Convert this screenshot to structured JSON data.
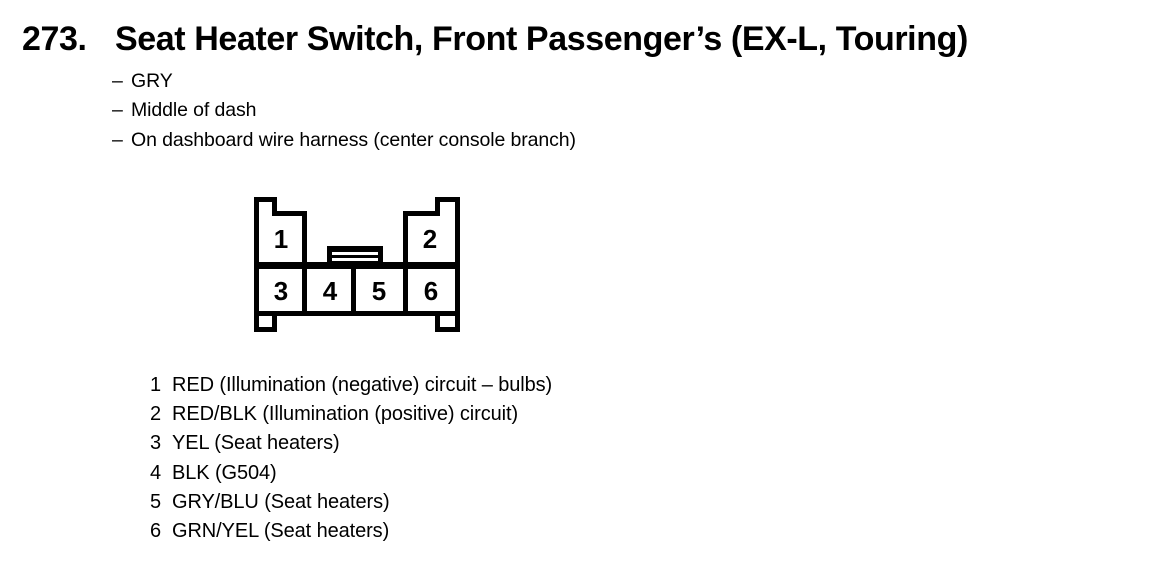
{
  "heading": {
    "number": "273.",
    "title": "Seat Heater Switch, Front Passenger’s (EX-L, Touring)"
  },
  "notes": {
    "dash": "–",
    "items": [
      "GRY",
      "Middle of dash",
      "On dashboard wire harness (center console branch)"
    ]
  },
  "connector": {
    "pins": [
      "1",
      "2",
      "3",
      "4",
      "5",
      "6"
    ]
  },
  "legend": {
    "items": [
      {
        "pin": "1",
        "desc": "RED (Illumination (negative) circuit – bulbs)"
      },
      {
        "pin": "2",
        "desc": "RED/BLK (Illumination (positive) circuit)"
      },
      {
        "pin": "3",
        "desc": "YEL (Seat heaters)"
      },
      {
        "pin": "4",
        "desc": "BLK (G504)"
      },
      {
        "pin": "5",
        "desc": "GRY/BLU (Seat heaters)"
      },
      {
        "pin": "6",
        "desc": "GRN/YEL (Seat heaters)"
      }
    ]
  },
  "colors": {
    "ink": "#000000",
    "paper": "#ffffff"
  }
}
